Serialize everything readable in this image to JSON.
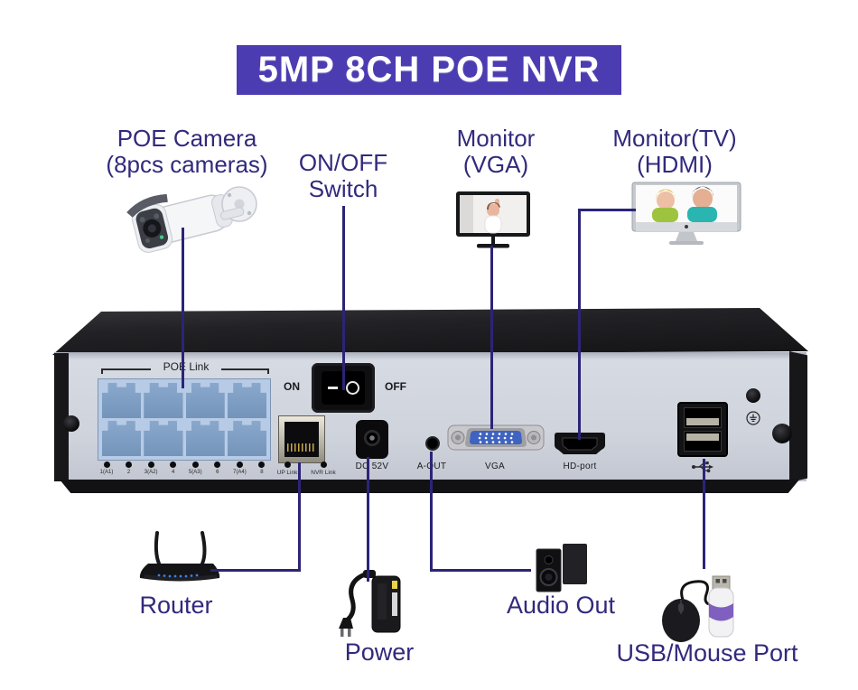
{
  "banner": {
    "title": "5MP 8CH POE NVR",
    "bg": "#4c3cb2",
    "fg": "#ffffff"
  },
  "callouts": {
    "poe_camera": {
      "line1": "POE Camera",
      "line2": "(8pcs cameras)"
    },
    "on_off_switch": {
      "line1": "ON/OFF",
      "line2": "Switch"
    },
    "monitor_vga": {
      "line1": "Monitor",
      "line2": "(VGA)"
    },
    "monitor_tv": {
      "line1": "Monitor(TV)",
      "line2": "(HDMI)"
    },
    "router": "Router",
    "power": "Power",
    "audio_out": "Audio Out",
    "usb_mouse": "USB/Mouse Port"
  },
  "panel": {
    "poe_group_label": "POE Link",
    "switch_on": "ON",
    "switch_off": "OFF",
    "dc_label": "DC 52V",
    "audio_label": "A-OUT",
    "vga_label": "VGA",
    "hdmi_label": "HD-port",
    "poe_led_labels": [
      "1(A1)",
      "2",
      "3(A2)",
      "4",
      "5(A3)",
      "6",
      "7(A4)",
      "8"
    ],
    "uplink_led_labels": [
      "UP Link",
      "NVR Link"
    ]
  },
  "icons": {
    "switch_on_mark": "dash-symbol",
    "switch_off_mark": "circle-symbol",
    "usb_symbol": "usb-trident",
    "ground_symbol": "earth-ground"
  },
  "colors": {
    "banner_bg": "#4c3cb2",
    "callout_text": "#312a7c",
    "connector_line": "#2b2478",
    "panel_face": "#ced3dc",
    "poe_port_blue": "#7e9dc4",
    "vga_blue": "#3e63c0"
  }
}
